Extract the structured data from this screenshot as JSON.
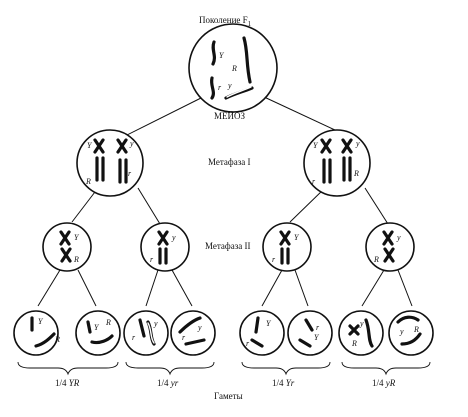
{
  "labels": {
    "generation_f1": "Поколение F",
    "generation_f1_sub": "1",
    "meiosis": "МЕЙОЗ",
    "metaphase_1": "Метафаза I",
    "metaphase_2": "Метафаза II",
    "gametes": "Гаметы"
  },
  "gamete_groups": [
    {
      "fraction": "1/4",
      "genotype": "YR"
    },
    {
      "fraction": "1/4",
      "genotype": "yr"
    },
    {
      "fraction": "1/4",
      "genotype": "Yr"
    },
    {
      "fraction": "1/4",
      "genotype": "yR"
    }
  ],
  "allele_letters": {
    "Y": "Y",
    "y": "y",
    "R": "R",
    "r": "r"
  }
}
